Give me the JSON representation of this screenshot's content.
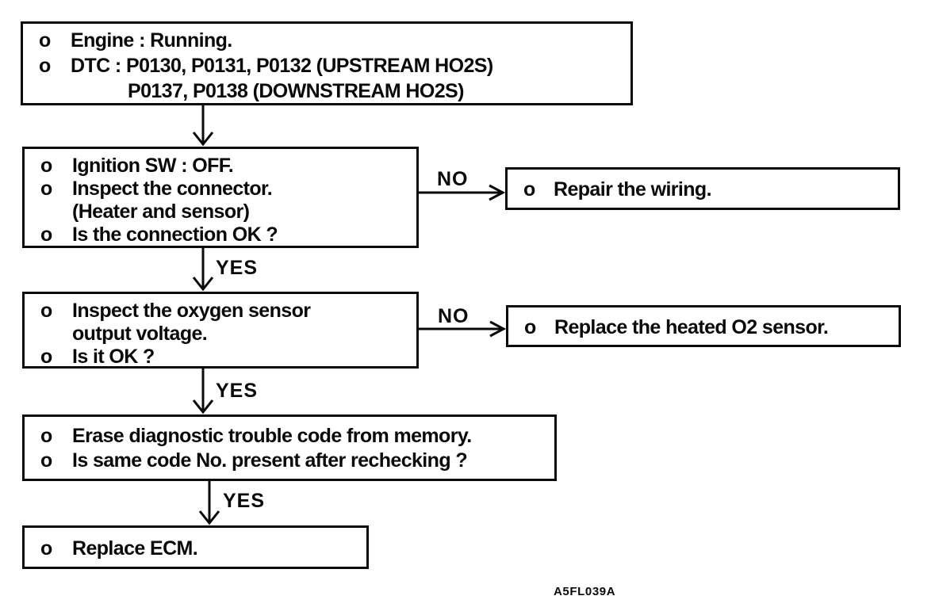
{
  "boxes": {
    "start": {
      "lines": [
        {
          "bullet": "o",
          "text": "Engine : Running."
        },
        {
          "bullet": "o",
          "text": "DTC : P0130, P0131, P0132 (UPSTREAM HO2S)"
        },
        {
          "bullet": "",
          "text": "P0137, P0138 (DOWNSTREAM HO2S)"
        }
      ]
    },
    "inspect_connector": {
      "lines": [
        {
          "bullet": "o",
          "text": "Ignition SW : OFF."
        },
        {
          "bullet": "o",
          "text": "Inspect the connector."
        },
        {
          "bullet": "",
          "text": "(Heater and sensor)"
        },
        {
          "bullet": "o",
          "text": "Is the connection OK ?"
        }
      ]
    },
    "repair_wiring": {
      "lines": [
        {
          "bullet": "o",
          "text": "Repair the wiring."
        }
      ]
    },
    "inspect_o2_voltage": {
      "lines": [
        {
          "bullet": "o",
          "text": "Inspect the oxygen sensor"
        },
        {
          "bullet": "",
          "text": "output voltage."
        },
        {
          "bullet": "o",
          "text": "Is it OK ?"
        }
      ]
    },
    "replace_o2_sensor": {
      "lines": [
        {
          "bullet": "o",
          "text": "Replace the heated O2 sensor."
        }
      ]
    },
    "erase_dtc": {
      "lines": [
        {
          "bullet": "o",
          "text": "Erase diagnostic trouble code from memory."
        },
        {
          "bullet": "o",
          "text": "Is same code No. present after rechecking ?"
        }
      ]
    },
    "replace_ecm": {
      "lines": [
        {
          "bullet": "o",
          "text": "Replace ECM."
        }
      ]
    }
  },
  "edge_labels": {
    "no1": "NO",
    "no2": "NO",
    "yes1": "YES",
    "yes2": "YES",
    "yes3": "YES"
  },
  "figure_code": "A5FL039A",
  "colors": {
    "ink": "#0a0a0a",
    "background": "#ffffff"
  }
}
